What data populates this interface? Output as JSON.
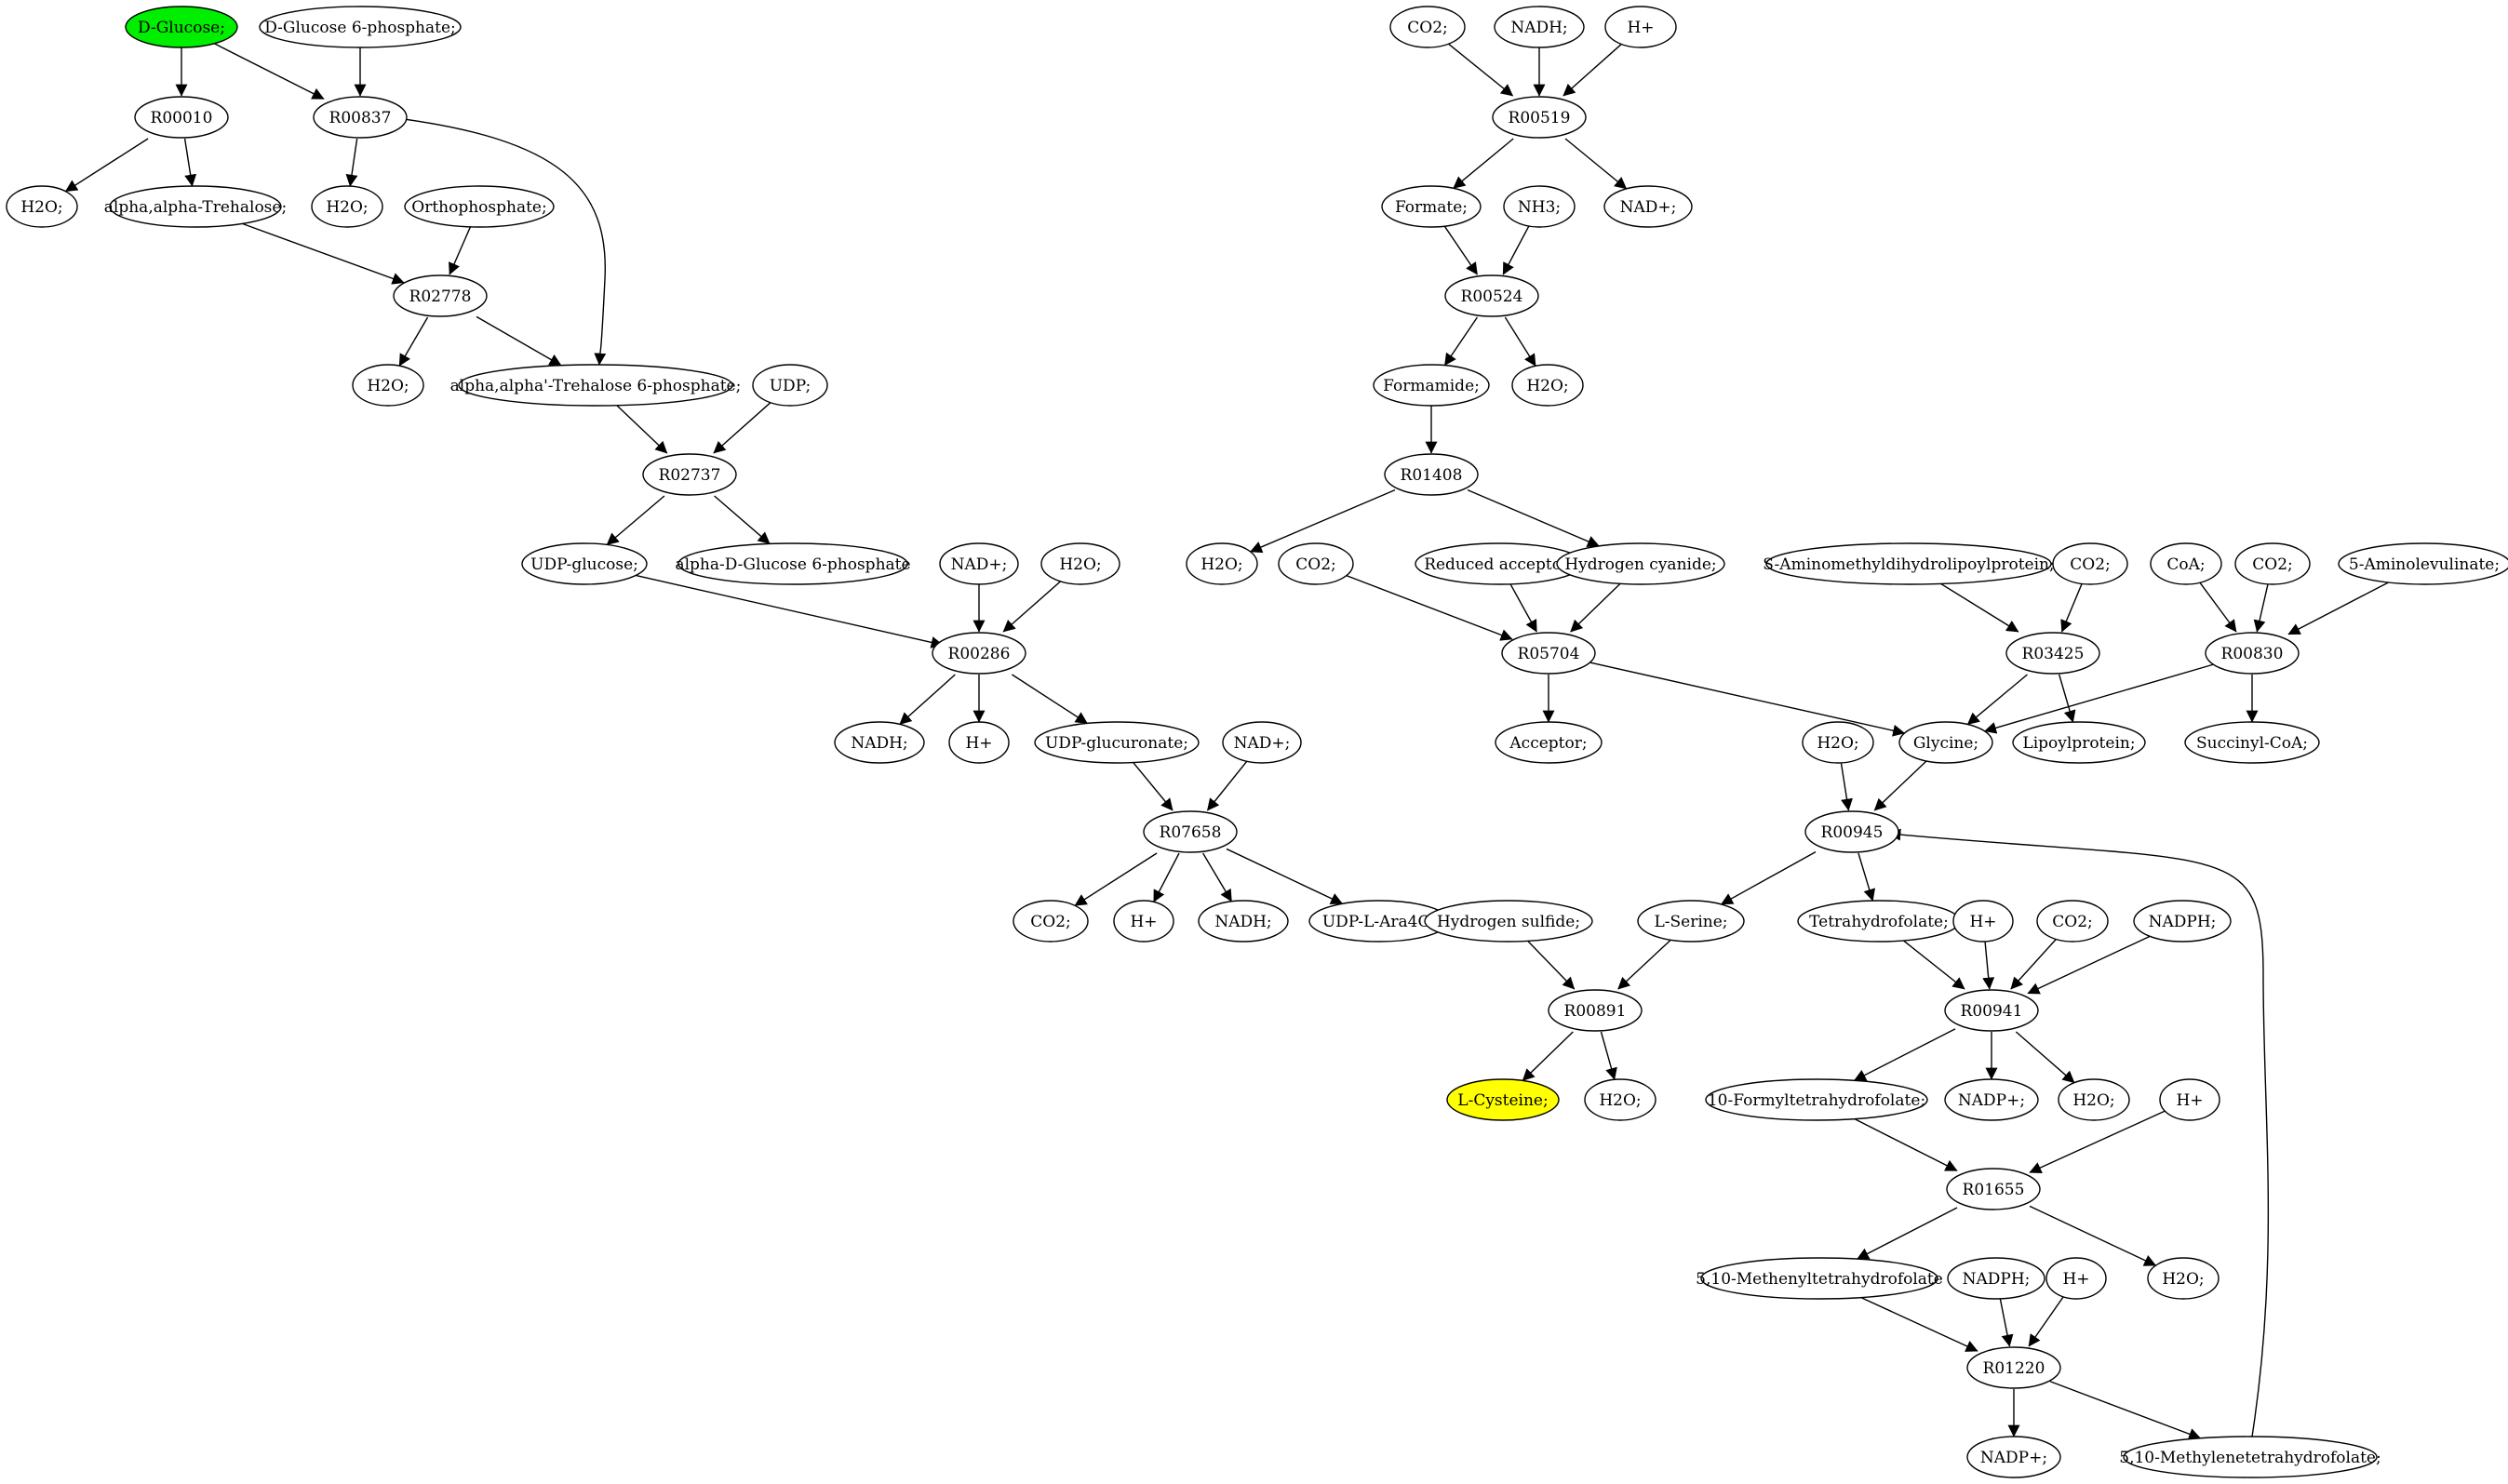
{
  "diagram": {
    "type": "metabolic-pathway-graph",
    "colors": {
      "reaction": "#98fb98",
      "reaction_blocked": "#cd5c5c",
      "source_compound": "#00ee00",
      "target_compound": "#ffff00",
      "compound": "#ffffff",
      "stroke": "#000000"
    },
    "reactions": [
      {
        "id": "r_R00010",
        "label": "R00010"
      },
      {
        "id": "r_R00837",
        "label": "R00837"
      },
      {
        "id": "r_R02778",
        "label": "R02778"
      },
      {
        "id": "r_R02737",
        "label": "R02737"
      },
      {
        "id": "r_R00286",
        "label": "R00286"
      },
      {
        "id": "r_R07658",
        "label": "R07658"
      },
      {
        "id": "r_R00519",
        "label": "R00519"
      },
      {
        "id": "r_R00524",
        "label": "R00524"
      },
      {
        "id": "r_R01408",
        "label": "R01408"
      },
      {
        "id": "r_R05704",
        "label": "R05704",
        "status": "blocked"
      },
      {
        "id": "r_R03425",
        "label": "R03425"
      },
      {
        "id": "r_R00830",
        "label": "R00830"
      },
      {
        "id": "r_R00945",
        "label": "R00945"
      },
      {
        "id": "r_R00891",
        "label": "R00891"
      },
      {
        "id": "r_R00941",
        "label": "R00941"
      },
      {
        "id": "r_R01655",
        "label": "R01655"
      },
      {
        "id": "r_R01220",
        "label": "R01220"
      }
    ],
    "compounds": [
      {
        "id": "c_dglucose",
        "label": "D-Glucose;",
        "status": "source"
      },
      {
        "id": "c_dg6p",
        "label": "D-Glucose 6-phosphate;"
      },
      {
        "id": "c_h2o_1",
        "label": "H2O;"
      },
      {
        "id": "c_trehalose",
        "label": "alpha,alpha-Trehalose;"
      },
      {
        "id": "c_h2o_2",
        "label": "H2O;"
      },
      {
        "id": "c_orthophosphate",
        "label": "Orthophosphate;"
      },
      {
        "id": "c_h2o_3",
        "label": "H2O;"
      },
      {
        "id": "c_trehalose6p",
        "label": "alpha,alpha'-Trehalose 6-phosphate;"
      },
      {
        "id": "c_udp",
        "label": "UDP;"
      },
      {
        "id": "c_udpglucose",
        "label": "UDP-glucose;"
      },
      {
        "id": "c_adg6p",
        "label": "alpha-D-Glucose 6-phosphate"
      },
      {
        "id": "c_nadp_1",
        "label": "NAD+;"
      },
      {
        "id": "c_h2o_4",
        "label": "H2O;"
      },
      {
        "id": "c_nadh_1",
        "label": "NADH;"
      },
      {
        "id": "c_hplus_1",
        "label": "H+"
      },
      {
        "id": "c_udpglucuronate",
        "label": "UDP-glucuronate;"
      },
      {
        "id": "c_nadp_2",
        "label": "NAD+;"
      },
      {
        "id": "c_co2_1",
        "label": "CO2;"
      },
      {
        "id": "c_hplus_2",
        "label": "H+"
      },
      {
        "id": "c_nadh_2",
        "label": "NADH;"
      },
      {
        "id": "c_udplara4o",
        "label": "UDP-L-Ara4O;"
      },
      {
        "id": "c_co2_2",
        "label": "CO2;"
      },
      {
        "id": "c_nadh_3",
        "label": "NADH;"
      },
      {
        "id": "c_hplus_3",
        "label": "H+"
      },
      {
        "id": "c_formate",
        "label": "Formate;"
      },
      {
        "id": "c_nh3",
        "label": "NH3;"
      },
      {
        "id": "c_nadp_3",
        "label": "NAD+;"
      },
      {
        "id": "c_formamide",
        "label": "Formamide;"
      },
      {
        "id": "c_h2o_5",
        "label": "H2O;"
      },
      {
        "id": "c_h2o_6",
        "label": "H2O;"
      },
      {
        "id": "c_co2_3",
        "label": "CO2;"
      },
      {
        "id": "c_reducedacceptor",
        "label": "Reduced acceptor;"
      },
      {
        "id": "c_hcn",
        "label": "Hydrogen cyanide;"
      },
      {
        "id": "c_acceptor",
        "label": "Acceptor;"
      },
      {
        "id": "c_samdl",
        "label": "S-Aminomethyldihydrolipoylprotein;"
      },
      {
        "id": "c_co2_4",
        "label": "CO2;"
      },
      {
        "id": "c_coa",
        "label": "CoA;"
      },
      {
        "id": "c_co2_5",
        "label": "CO2;"
      },
      {
        "id": "c_5ala",
        "label": "5-Aminolevulinate;"
      },
      {
        "id": "c_h2o_7",
        "label": "H2O;"
      },
      {
        "id": "c_glycine",
        "label": "Glycine;"
      },
      {
        "id": "c_lipoylprotein",
        "label": "Lipoylprotein;"
      },
      {
        "id": "c_succinylcoa",
        "label": "Succinyl-CoA;"
      },
      {
        "id": "c_h2s",
        "label": "Hydrogen sulfide;"
      },
      {
        "id": "c_lserine",
        "label": "L-Serine;"
      },
      {
        "id": "c_thf",
        "label": "Tetrahydrofolate;"
      },
      {
        "id": "c_hplus_4",
        "label": "H+"
      },
      {
        "id": "c_co2_6",
        "label": "CO2;"
      },
      {
        "id": "c_nadph_1",
        "label": "NADPH;"
      },
      {
        "id": "c_lcysteine",
        "label": "L-Cysteine;",
        "status": "target"
      },
      {
        "id": "c_h2o_8",
        "label": "H2O;"
      },
      {
        "id": "c_10fthf",
        "label": "10-Formyltetrahydrofolate;"
      },
      {
        "id": "c_nadpplus_1",
        "label": "NADP+;"
      },
      {
        "id": "c_h2o_9",
        "label": "H2O;"
      },
      {
        "id": "c_hplus_5",
        "label": "H+"
      },
      {
        "id": "c_methenylthf",
        "label": "5,10-Methenyltetrahydrofolate"
      },
      {
        "id": "c_h2o_10",
        "label": "H2O;"
      },
      {
        "id": "c_nadph_2",
        "label": "NADPH;"
      },
      {
        "id": "c_hplus_6",
        "label": "H+"
      },
      {
        "id": "c_nadpplus_2",
        "label": "NADP+;"
      },
      {
        "id": "c_methylenethf",
        "label": "5,10-Methylenetetrahydrofolate;"
      }
    ],
    "edges": [
      [
        "c_dglucose",
        "r_R00010"
      ],
      [
        "c_dglucose",
        "r_R00837"
      ],
      [
        "c_dg6p",
        "r_R00837"
      ],
      [
        "r_R00010",
        "c_h2o_1"
      ],
      [
        "r_R00010",
        "c_trehalose"
      ],
      [
        "r_R00837",
        "c_h2o_2"
      ],
      [
        "r_R00837",
        "c_trehalose6p"
      ],
      [
        "c_trehalose",
        "r_R02778"
      ],
      [
        "c_orthophosphate",
        "r_R02778"
      ],
      [
        "r_R02778",
        "c_h2o_3"
      ],
      [
        "r_R02778",
        "c_trehalose6p"
      ],
      [
        "c_trehalose6p",
        "r_R02737"
      ],
      [
        "c_udp",
        "r_R02737"
      ],
      [
        "r_R02737",
        "c_udpglucose"
      ],
      [
        "r_R02737",
        "c_adg6p"
      ],
      [
        "c_udpglucose",
        "r_R00286"
      ],
      [
        "c_nadp_1",
        "r_R00286"
      ],
      [
        "c_h2o_4",
        "r_R00286"
      ],
      [
        "r_R00286",
        "c_nadh_1"
      ],
      [
        "r_R00286",
        "c_hplus_1"
      ],
      [
        "r_R00286",
        "c_udpglucuronate"
      ],
      [
        "c_udpglucuronate",
        "r_R07658"
      ],
      [
        "c_nadp_2",
        "r_R07658"
      ],
      [
        "r_R07658",
        "c_co2_1"
      ],
      [
        "r_R07658",
        "c_hplus_2"
      ],
      [
        "r_R07658",
        "c_nadh_2"
      ],
      [
        "r_R07658",
        "c_udplara4o"
      ],
      [
        "c_co2_2",
        "r_R00519"
      ],
      [
        "c_nadh_3",
        "r_R00519"
      ],
      [
        "c_hplus_3",
        "r_R00519"
      ],
      [
        "r_R00519",
        "c_formate"
      ],
      [
        "r_R00519",
        "c_nadp_3"
      ],
      [
        "c_formate",
        "r_R00524"
      ],
      [
        "c_nh3",
        "r_R00524"
      ],
      [
        "r_R00524",
        "c_formamide"
      ],
      [
        "r_R00524",
        "c_h2o_5"
      ],
      [
        "c_formamide",
        "r_R01408"
      ],
      [
        "r_R01408",
        "c_h2o_6"
      ],
      [
        "r_R01408",
        "c_hcn"
      ],
      [
        "c_co2_3",
        "r_R05704"
      ],
      [
        "c_reducedacceptor",
        "r_R05704"
      ],
      [
        "c_hcn",
        "r_R05704"
      ],
      [
        "r_R05704",
        "c_acceptor"
      ],
      [
        "r_R05704",
        "c_glycine"
      ],
      [
        "c_samdl",
        "r_R03425"
      ],
      [
        "c_co2_4",
        "r_R03425"
      ],
      [
        "r_R03425",
        "c_glycine"
      ],
      [
        "r_R03425",
        "c_lipoylprotein"
      ],
      [
        "c_coa",
        "r_R00830"
      ],
      [
        "c_co2_5",
        "r_R00830"
      ],
      [
        "c_5ala",
        "r_R00830"
      ],
      [
        "r_R00830",
        "c_glycine"
      ],
      [
        "r_R00830",
        "c_succinylcoa"
      ],
      [
        "c_h2o_7",
        "r_R00945"
      ],
      [
        "c_glycine",
        "r_R00945"
      ],
      [
        "c_methylenethf",
        "r_R00945"
      ],
      [
        "r_R00945",
        "c_lserine"
      ],
      [
        "r_R00945",
        "c_thf"
      ],
      [
        "c_h2s",
        "r_R00891"
      ],
      [
        "c_lserine",
        "r_R00891"
      ],
      [
        "r_R00891",
        "c_lcysteine"
      ],
      [
        "r_R00891",
        "c_h2o_8"
      ],
      [
        "c_thf",
        "r_R00941"
      ],
      [
        "c_hplus_4",
        "r_R00941"
      ],
      [
        "c_co2_6",
        "r_R00941"
      ],
      [
        "c_nadph_1",
        "r_R00941"
      ],
      [
        "r_R00941",
        "c_10fthf"
      ],
      [
        "r_R00941",
        "c_nadpplus_1"
      ],
      [
        "r_R00941",
        "c_h2o_9"
      ],
      [
        "c_10fthf",
        "r_R01655"
      ],
      [
        "c_hplus_5",
        "r_R01655"
      ],
      [
        "r_R01655",
        "c_methenylthf"
      ],
      [
        "r_R01655",
        "c_h2o_10"
      ],
      [
        "c_methenylthf",
        "r_R01220"
      ],
      [
        "c_nadph_2",
        "r_R01220"
      ],
      [
        "c_hplus_6",
        "r_R01220"
      ],
      [
        "r_R01220",
        "c_nadpplus_2"
      ],
      [
        "r_R01220",
        "c_methylenethf"
      ]
    ]
  }
}
